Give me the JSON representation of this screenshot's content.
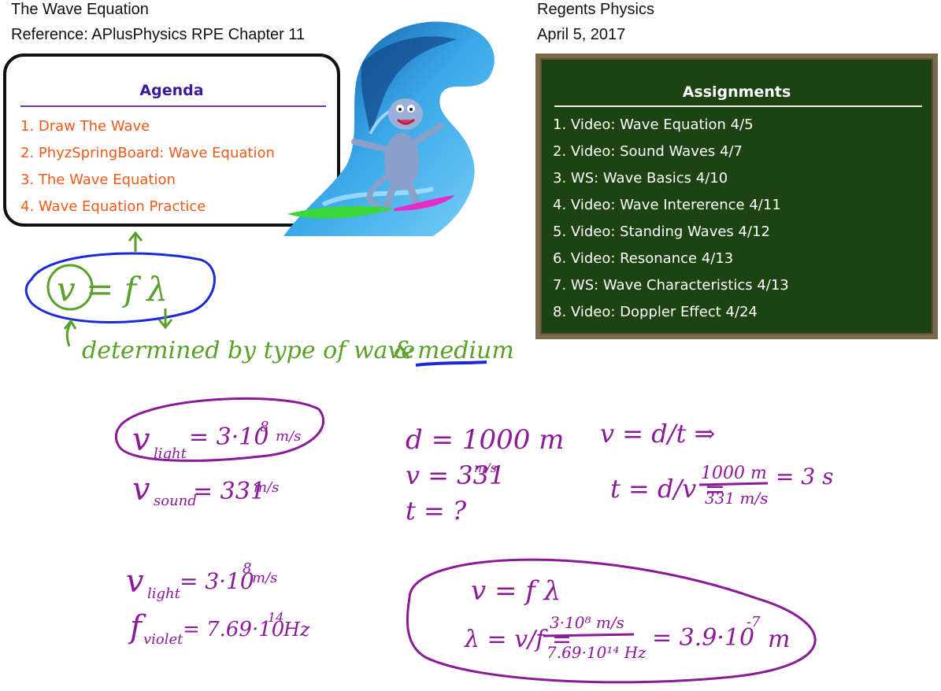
{
  "header": {
    "title": "The Wave Equation",
    "reference": "Reference: APlusPhysics RPE Chapter 11",
    "course": "Regents Physics",
    "date": "April 5, 2017"
  },
  "agenda": {
    "title": "Agenda",
    "items": [
      "1. Draw The Wave",
      "2. PhyzSpringBoard: Wave Equation",
      "3. The Wave Equation",
      "4. Wave Equation Practice"
    ]
  },
  "assignments": {
    "title": "Assignments",
    "items": [
      "1. Video: Wave Equation 4/5",
      "2. Video: Sound Waves 4/7",
      "3. WS: Wave Basics 4/10",
      "4. Video: Wave Intererence 4/11",
      "5. Video: Standing Waves 4/12",
      "6. Video: Resonance 4/13",
      "7. WS: Wave Characteristics 4/13",
      "8. Video: Doppler Effect 4/24"
    ]
  },
  "notes": {
    "equation": "v = f λ",
    "determined": "determined by type of wave",
    "and": "&",
    "medium": "medium",
    "v_light": "v",
    "light_sub": "light",
    "light_val": "= 3·10",
    "exp8": "8",
    "m_over_s": "m/s",
    "v_sound": "v",
    "sound_sub": "sound",
    "sound_val": "= 331",
    "d_line": "d = 1000 m",
    "v_line": "v = 331",
    "t_line": "t = ?",
    "v_eq_d_t": "v = d/t ⇒",
    "t_eq": "t = d/v =",
    "t_num": "1000 m",
    "t_den": "331 m/s",
    "t_result": "= 3 s",
    "v_light2": "v",
    "light_sub2": "light",
    "light_val2": "= 3·10",
    "f_violet": "f",
    "violet_sub": "violet",
    "f_val": "= 7.69·10",
    "exp14": "14",
    "hz": "Hz",
    "v_f_lambda": "v = f λ",
    "lambda_eq": "λ = v/f =",
    "frac_num": "3·10⁸ m/s",
    "frac_den": "7.69·10¹⁴ Hz",
    "lambda_result": "= 3.9·10",
    "exp_neg7": "-7",
    "meter": "m"
  },
  "colors": {
    "agenda_text": "#ee5a1a",
    "agenda_title": "#3a1a9a",
    "board_bg": "#1e4313",
    "green_ink": "#5aa02a",
    "blue_ink": "#1a2ad8",
    "purple_ink": "#8a1a98"
  }
}
